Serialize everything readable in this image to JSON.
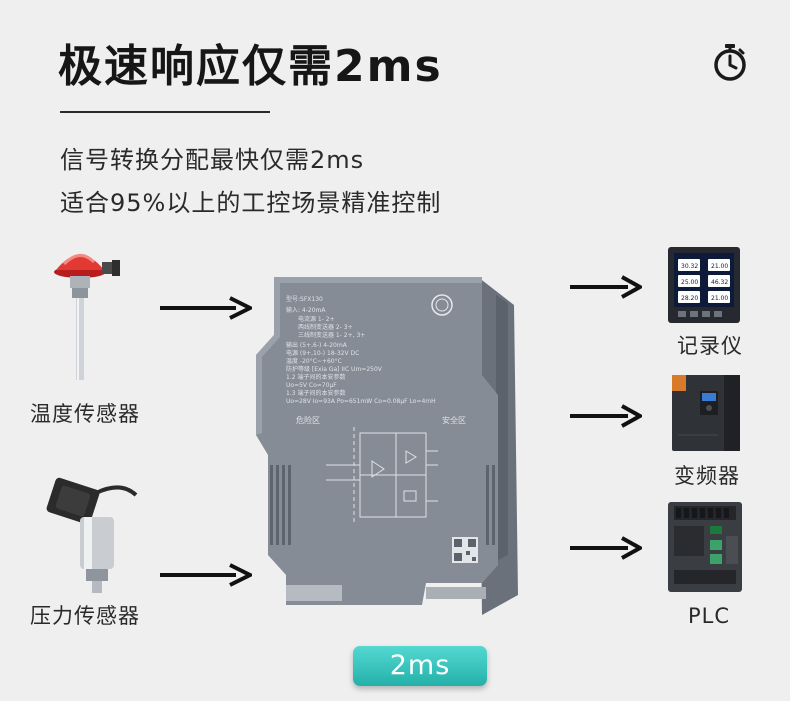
{
  "title": "极速响应仅需2ms",
  "subtitle_line1": "信号转换分配最快仅需2ms",
  "subtitle_line2": "适合95%以上的工控场景精准控制",
  "inputs": {
    "temp_sensor_label": "温度传感器",
    "pressure_sensor_label": "压力传感器"
  },
  "outputs": {
    "recorder_label": "记录仪",
    "inverter_label": "变频器",
    "plc_label": "PLC"
  },
  "response_badge": "2ms",
  "module": {
    "model": "型号:SFX130",
    "hazard_zone": "危险区",
    "safe_zone": "安全区",
    "spec_lines": [
      "输入: 4-20mA",
      "电流源 1- 2+",
      "两线制变送器 2- 3+",
      "三线制变送器 1- 2+, 3+",
      "输出 (5+,6-) 4-20mA",
      "电源 (9+,10-) 18-32V DC",
      "温度 -20°C~+60°C",
      "防护等级 [Exia Ga] IIC Um=250V",
      "1.2 端子间的本安参数",
      "Uo=5V  Co=70μF",
      "1.3 端子间的本安参数",
      "Uo=28V Io=93A Po=651mW Co=0.08μF Lo=4mH"
    ]
  },
  "colors": {
    "badge_top": "#54d8d1",
    "badge_bottom": "#23b1aa",
    "module_body": "#7d8590",
    "background": "#efefef"
  },
  "recorder_screen_values": [
    "30.32",
    "21.00",
    "25.00",
    "46.32",
    "28.20",
    "21.00"
  ]
}
